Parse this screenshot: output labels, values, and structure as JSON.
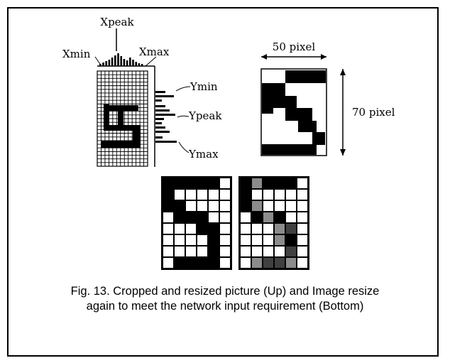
{
  "labels": {
    "xpeak": "Xpeak",
    "xmin": "Xmin",
    "xmax": "Xmax",
    "ymin": "Ymin",
    "ypeak": "Ypeak",
    "ymax": "Ymax",
    "width": "50 pixel",
    "height": "70 pixel"
  },
  "caption": {
    "line1": "Fig. 13. Cropped and resized picture (Up) and Image resize",
    "line2": "again to meet the network input requirement (Bottom)"
  },
  "colors": {
    "ink": "#000000",
    "gray": "#8c8c8c",
    "dark": "#404040",
    "paper": "#ffffff"
  },
  "grids": {
    "binary": [
      "BBBBBW",
      "BWWWWW",
      "BBWWWW",
      "WBBBWW",
      "WWWBBW",
      "WWWWBW",
      "WWWWBW",
      "WBBBBW"
    ],
    "gray": [
      "BGBBBW",
      "BWWWWW",
      "BGWWWW",
      "WBGBWW",
      "WWWGDW",
      "WWWGBW",
      "WWWWDW",
      "WGDDGW"
    ]
  }
}
